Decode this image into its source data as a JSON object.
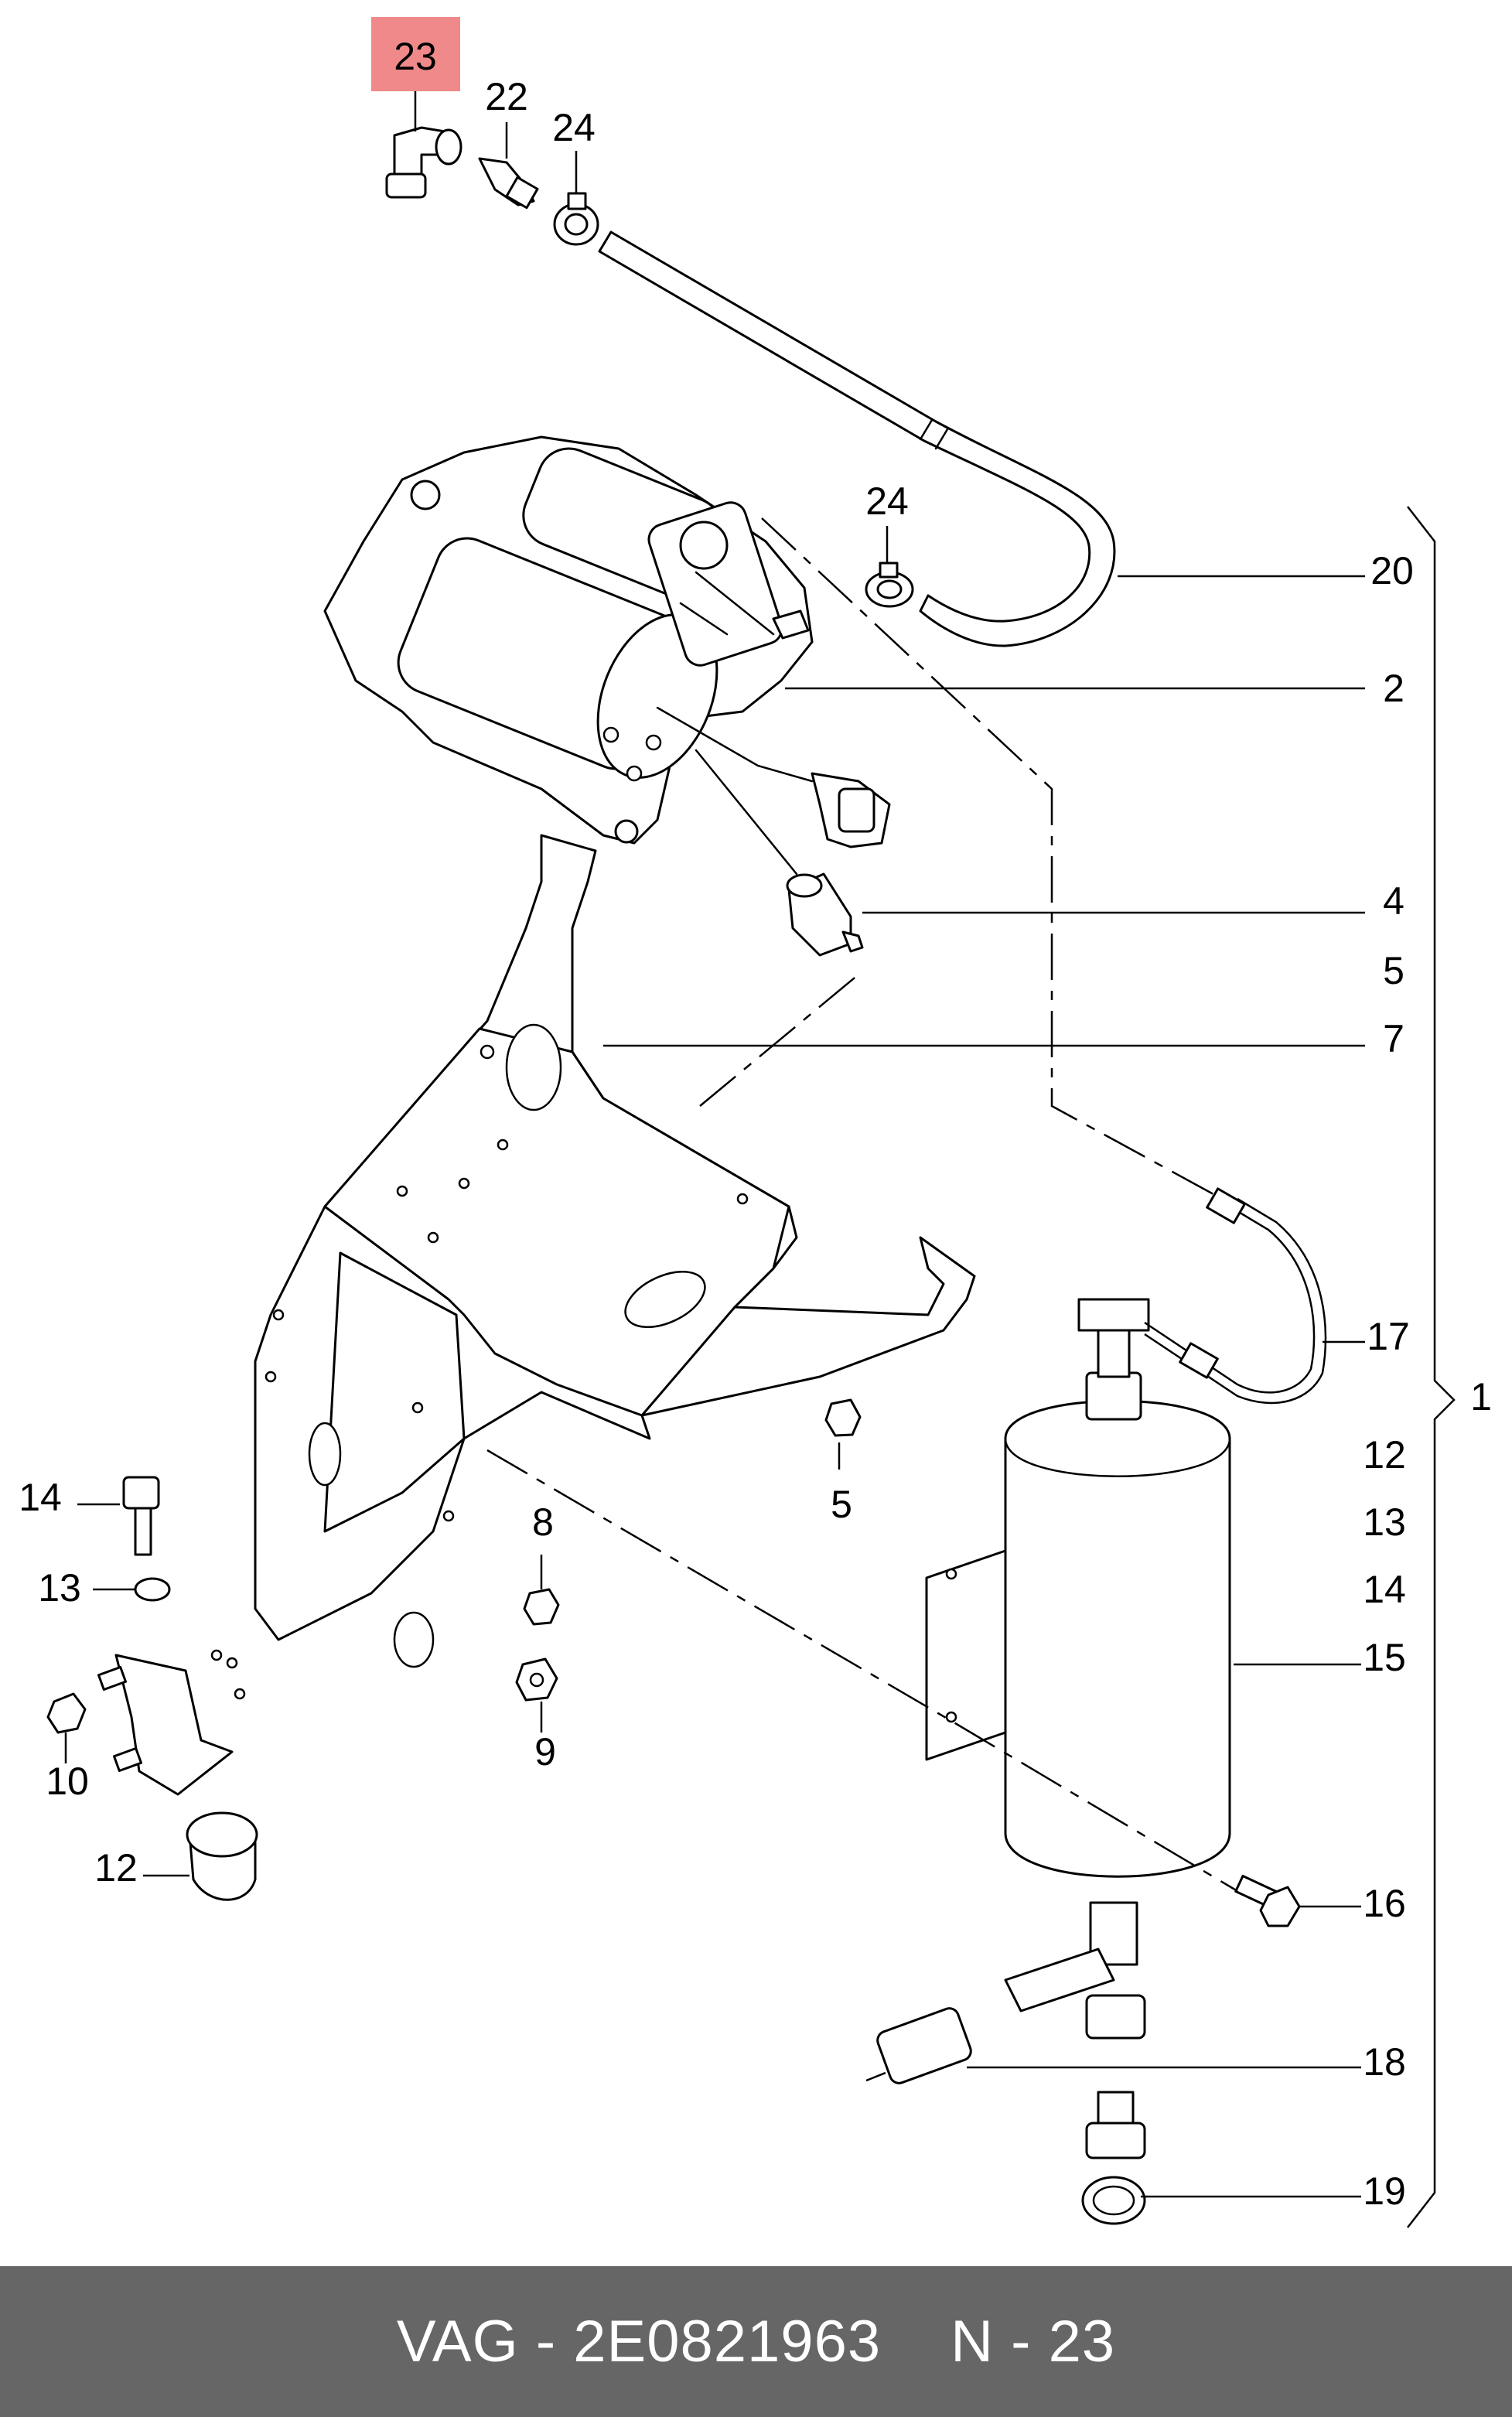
{
  "diagram": {
    "highlight_color": "#f08a8a",
    "callouts": [
      {
        "id": "c23",
        "text": "23",
        "highlighted": true
      },
      {
        "id": "c22",
        "text": "22"
      },
      {
        "id": "c24a",
        "text": "24"
      },
      {
        "id": "c24b",
        "text": "24"
      },
      {
        "id": "c20",
        "text": "20"
      },
      {
        "id": "c2",
        "text": "2"
      },
      {
        "id": "c4",
        "text": "4"
      },
      {
        "id": "c5r",
        "text": "5"
      },
      {
        "id": "c7",
        "text": "7"
      },
      {
        "id": "c17",
        "text": "17"
      },
      {
        "id": "c1",
        "text": "1"
      },
      {
        "id": "c12r",
        "text": "12"
      },
      {
        "id": "c13r",
        "text": "13"
      },
      {
        "id": "c14r",
        "text": "14"
      },
      {
        "id": "c15",
        "text": "15"
      },
      {
        "id": "c16",
        "text": "16"
      },
      {
        "id": "c18",
        "text": "18"
      },
      {
        "id": "c19",
        "text": "19"
      },
      {
        "id": "c5",
        "text": "5"
      },
      {
        "id": "c8",
        "text": "8"
      },
      {
        "id": "c9",
        "text": "9"
      },
      {
        "id": "c14",
        "text": "14"
      },
      {
        "id": "c13",
        "text": "13"
      },
      {
        "id": "c10",
        "text": "10"
      },
      {
        "id": "c12",
        "text": "12"
      }
    ]
  },
  "footer": {
    "brand": "VAG",
    "separator": "-",
    "part_number": "2E0821963",
    "position_label": "N",
    "position_number": "23"
  }
}
